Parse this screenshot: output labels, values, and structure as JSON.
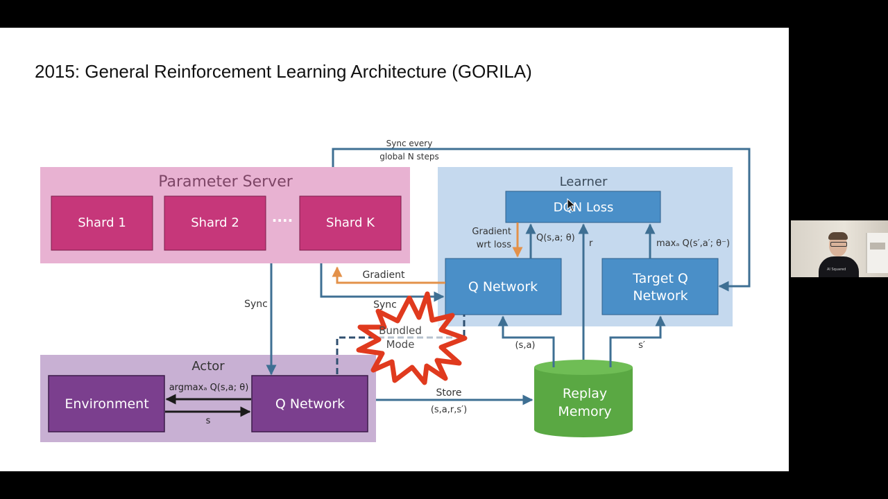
{
  "slide": {
    "title": "2015: General Reinforcement Learning Architecture (GORILA)"
  },
  "diagram": {
    "parameter_server": {
      "title": "Parameter Server",
      "shards": [
        "Shard 1",
        "Shard 2",
        "Shard K"
      ],
      "ellipsis": "····"
    },
    "learner": {
      "title": "Learner",
      "loss": "DQN Loss",
      "q_network": "Q Network",
      "target_q_network": [
        "Target Q",
        "Network"
      ]
    },
    "actor": {
      "title": "Actor",
      "environment": "Environment",
      "q_network": "Q Network"
    },
    "replay_memory": [
      "Replay",
      "Memory"
    ],
    "bundled_mode": [
      "Bundled",
      "Mode"
    ],
    "labels": {
      "sync_every": [
        "Sync every",
        "global N steps"
      ],
      "gradient_wrt_loss": [
        "Gradient",
        "wrt loss"
      ],
      "q_sa_theta": "Q(s,a; θ)",
      "r": "r",
      "max_target": "maxₐ Q(s′,a′; θ⁻)",
      "gradient": "Gradient",
      "sync_ps": "Sync",
      "sync_learner": "Sync",
      "sa": "(s,a)",
      "s_prime": "s′",
      "argmax": "argmaxₐ Q(s,a; θ)",
      "s": "s",
      "store": [
        "Store",
        "(s,a,r,s′)"
      ]
    },
    "colors": {
      "ps_bg": "#e8b2d2",
      "shard": "#c6377a",
      "learner_bg": "#c5d9ee",
      "blue_box": "#4a8fc8",
      "actor_bg": "#c8b0d3",
      "purple_box": "#7b3f8e",
      "replay": "#5aa843",
      "arrow": "#3e6f93",
      "gradient_arrow": "#e3914a",
      "burst": "#e03a1e"
    }
  },
  "webcam": {
    "shirt_text": "AI Squared"
  }
}
